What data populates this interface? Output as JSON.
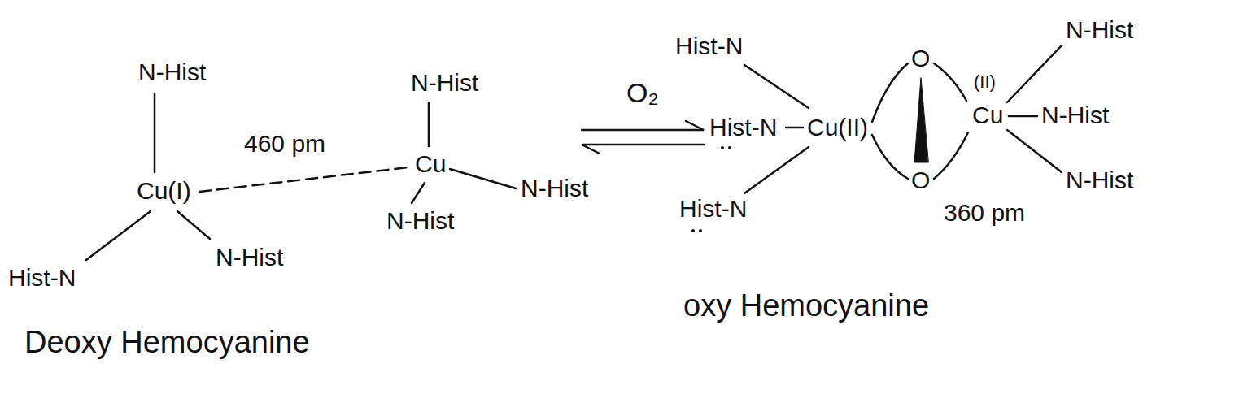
{
  "diagram": {
    "labels": [
      "N-Hist",
      "Cu(I)",
      "Hist-N",
      "N-Hist",
      "460 pm",
      "N-Hist",
      "Cu",
      "N-Hist",
      "N-Hist",
      "Deoxy Hemocyanine",
      "O₂",
      "Hist-N",
      "Hist-N",
      "Cu(II)",
      "Hist-N",
      "O",
      "O",
      "(II)",
      "Cu",
      "N-Hist",
      "N-Hist",
      "N-Hist",
      "360 pm",
      "oxy Hemocyanine"
    ]
  }
}
